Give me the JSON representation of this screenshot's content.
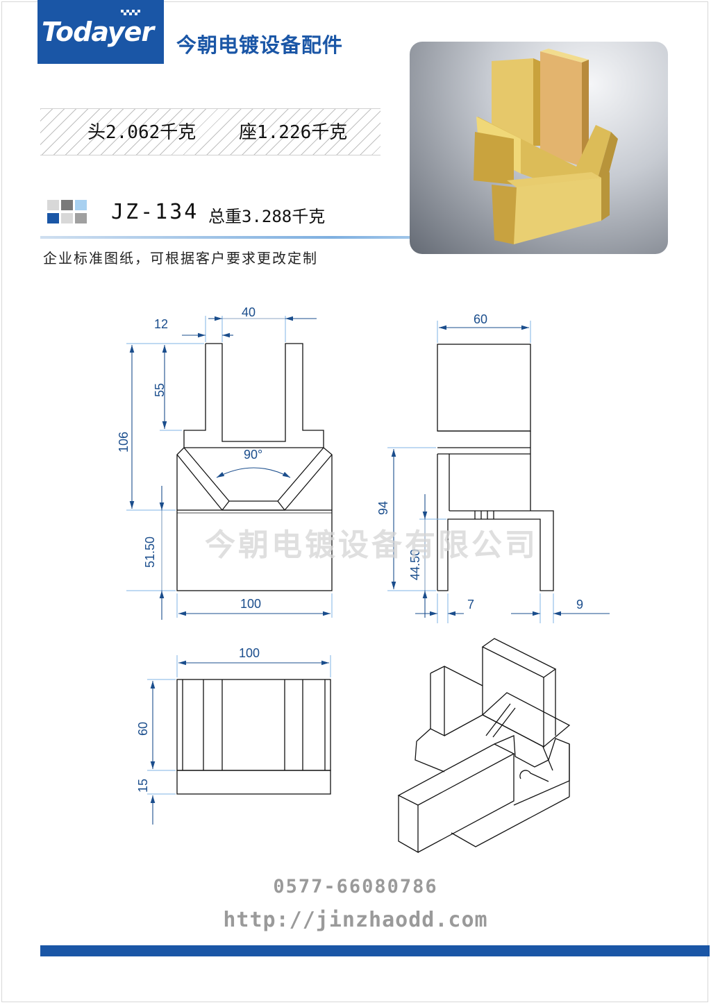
{
  "brand": {
    "logo_text": "Todayer",
    "company_name": "今朝电镀设备配件",
    "brand_color": "#1a56a6"
  },
  "weights": {
    "head": "头2.062千克",
    "seat": "座1.226千克"
  },
  "product": {
    "model": "JZ-134",
    "total_weight": "总重3.288千克"
  },
  "note": "企业标准图纸，可根据客户要求更改定制",
  "drawing": {
    "front": {
      "d_12": "12",
      "d_40": "40",
      "d_55": "55",
      "d_106": "106",
      "angle": "90°",
      "d_51_50": "51.50",
      "d_100": "100"
    },
    "side": {
      "d_60": "60",
      "d_94": "94",
      "d_44_50": "44.50",
      "d_7": "7",
      "d_9": "9"
    },
    "top": {
      "d_100": "100",
      "d_60": "60",
      "d_15": "15"
    },
    "watermark": "今朝电镀设备有限公司"
  },
  "contact": {
    "phone": "0577-66080786",
    "url": "http://jinzhaodd.com"
  }
}
